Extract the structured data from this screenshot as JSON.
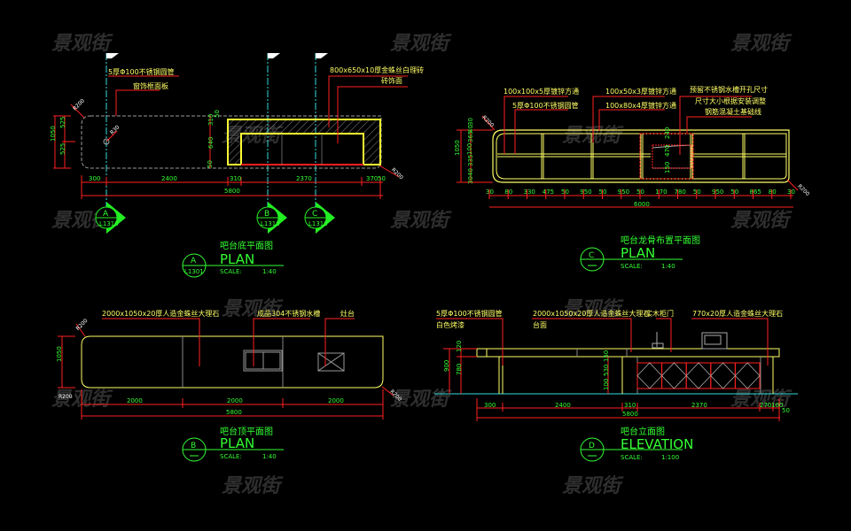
{
  "watermark": "景观街",
  "colors": {
    "background": "#000000",
    "outline": "#ffff66",
    "dimension": "#ff2020",
    "dimension_text": "#33ff33",
    "axis": "#33dddd",
    "title": "#33ff33",
    "grey": "#9a9a9a"
  },
  "view_a": {
    "title_cn": "吧台底平面图",
    "title_en": "PLAN",
    "scale_label": "SCALE:",
    "scale": "1:40",
    "bubble_letter": "A",
    "bubble_sheet": "L1301",
    "annotations": [
      "5厚Φ100不锈钢圆管",
      "窗饰框面板",
      "800x650x10厚金蛛丝白理砖",
      "砖饰面"
    ],
    "corner_radius_labels": [
      "R200",
      "R30",
      "R200"
    ],
    "height_dims": [
      "1050",
      "525",
      "525"
    ],
    "right_height_dims": [
      "50",
      "310",
      "640",
      "50"
    ],
    "width_dims": [
      "300",
      "2400",
      "310",
      "2370",
      "370",
      "50"
    ],
    "total": "5800",
    "section_markers": [
      {
        "letter": "A",
        "sheet": "L1310"
      },
      {
        "letter": "B",
        "sheet": "L1310"
      },
      {
        "letter": "C",
        "sheet": "L1310"
      }
    ]
  },
  "view_c": {
    "title_cn": "吧台龙骨布置平面图",
    "title_en": "PLAN",
    "scale_label": "SCALE:",
    "scale": "1:40",
    "bubble_letter": "C",
    "annotations": [
      "100x100x5厚镀锌方通",
      "5厚Φ100不锈钢圆管",
      "100x50x3厚镀锌方通",
      "100x80x4厚镀锌方通",
      "预留不锈钢水槽开孔尺寸",
      "尺寸大小根据安装调整",
      "钢筋混凝土基础线"
    ],
    "corner_radius_labels": [
      "R200",
      "R200"
    ],
    "height_dims": [
      "30",
      "40",
      "365",
      "1050",
      "100",
      "335",
      "40",
      "30"
    ],
    "inner_dims": [
      "240",
      "470",
      "150"
    ],
    "width_dims": [
      "30",
      "80",
      "330",
      "475",
      "50",
      "950",
      "50",
      "950",
      "50",
      "170",
      "780",
      "50",
      "950",
      "50",
      "865",
      "80",
      "30"
    ],
    "total": "6000"
  },
  "view_b": {
    "title_cn": "吧台顶平面图",
    "title_en": "PLAN",
    "scale_label": "SCALE:",
    "scale": "1:40",
    "bubble_letter": "B",
    "annotations": [
      "2000x1050x20厚人造金蛛丝大理石",
      "成品304不锈钢水槽",
      "灶台"
    ],
    "corner_radius_labels": [
      "R200",
      "R200"
    ],
    "height_dims": [
      "1050"
    ],
    "width_dims": [
      "2000",
      "2000",
      "2000"
    ],
    "total": "5800"
  },
  "view_d": {
    "title_cn": "吧台立面图",
    "title_en": "ELEVATION",
    "scale_label": "SCALE:",
    "scale": "1:100",
    "bubble_letter": "D",
    "annotations": [
      "5厚Φ100不锈钢圆管",
      "白色烤漆",
      "2000x1050x20厚人造金蛛丝大理石",
      "台面",
      "实木柜门",
      "770x20厚人造金蛛丝大理石"
    ],
    "height_dims": [
      "900",
      "120",
      "780"
    ],
    "cabinet_dims": [
      "150",
      "530",
      "100"
    ],
    "width_dims": [
      "300",
      "2400",
      "310",
      "2370",
      "270",
      "100",
      "50"
    ],
    "total": "5800"
  }
}
